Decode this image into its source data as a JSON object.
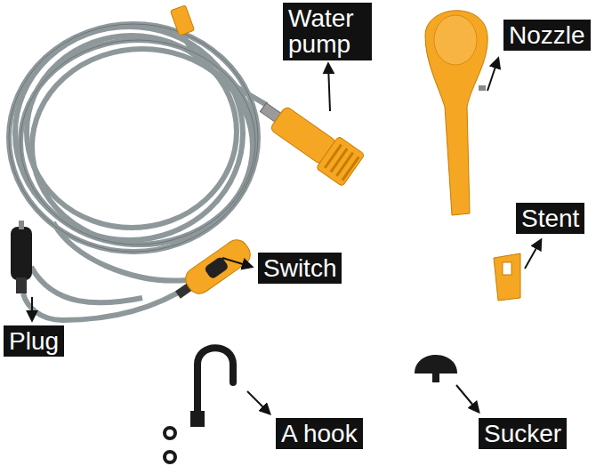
{
  "diagram": {
    "labels": [
      "Water pump",
      "Nozzle",
      "Stent",
      "Switch",
      "Plug",
      "A hook",
      "Sucker"
    ]
  }
}
